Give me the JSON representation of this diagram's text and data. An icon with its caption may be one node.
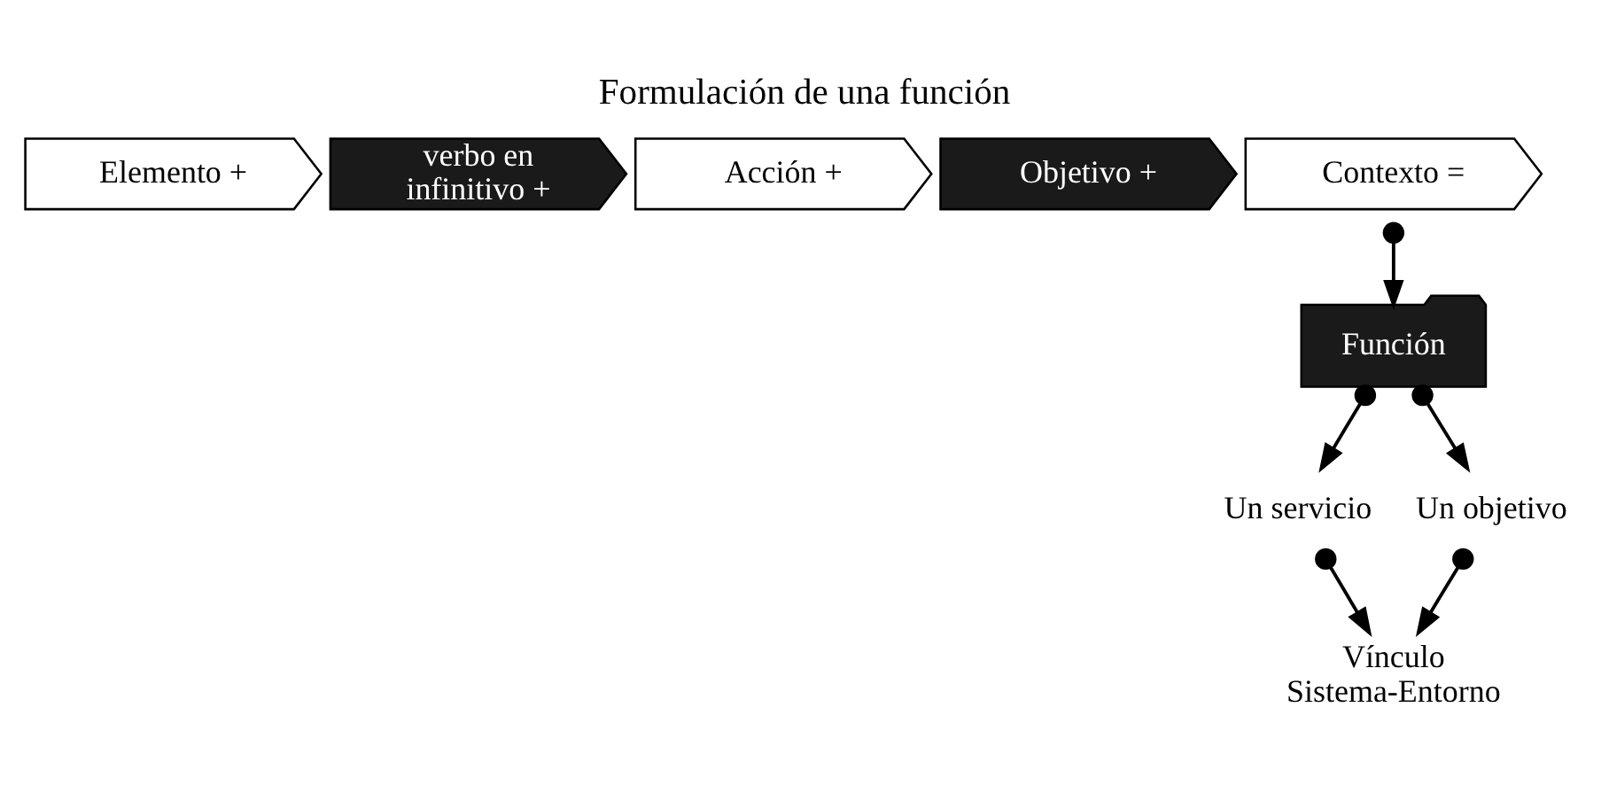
{
  "diagram": {
    "title": "Formulación de una función",
    "nodes": [
      {
        "text": [
          "Elemento +"
        ]
      },
      {
        "text": [
          "verbo en infinitivo +"
        ]
      },
      {
        "text": [
          "Acción +"
        ]
      },
      {
        "text": [
          "Objetivo +"
        ]
      },
      {
        "text": [
          "Contexto ="
        ]
      },
      {
        "text": [
          "Función"
        ]
      },
      {
        "text": [
          "Un servicio"
        ]
      },
      {
        "text": [
          "Un objetivo"
        ]
      },
      {
        "text": [
          "Vínculo Sistema-Entorno"
        ]
      }
    ],
    "edges": [
      {
        "from": 4,
        "to": 5,
        "arrow": "to"
      },
      {
        "from": 5,
        "to": 6,
        "arrow": "to"
      },
      {
        "from": 5,
        "to": 7,
        "arrow": "to"
      },
      {
        "from": 6,
        "to": 8,
        "arrow": "to"
      },
      {
        "from": 7,
        "to": 8,
        "arrow": "to"
      }
    ]
  }
}
